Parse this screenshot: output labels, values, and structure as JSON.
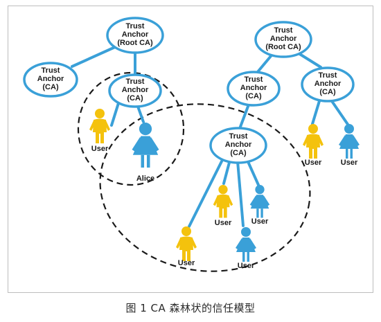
{
  "colors": {
    "node_stroke": "#3aa0d8",
    "edge": "#3aa0d8",
    "user_yellow": "#f4c20d",
    "user_blue": "#3aa0d8",
    "domain_dashes": "#1a1a1a",
    "frame_border": "#bdbdbd"
  },
  "nodes": {
    "root_ca_left": {
      "lines": [
        "Trust",
        "Anchor",
        "(Root CA)"
      ]
    },
    "ta_left": {
      "lines": [
        "Trust",
        "Anchor",
        "(CA)"
      ]
    },
    "ca_left_mid": {
      "lines": [
        "Trust",
        "Anchor",
        "(CA)"
      ]
    },
    "root_ca_right": {
      "lines": [
        "Trust",
        "Anchor",
        "(Root CA)"
      ]
    },
    "ca_right_a": {
      "lines": [
        "Trust",
        "Anchor",
        "(CA)"
      ]
    },
    "ca_right_b": {
      "lines": [
        "Trust",
        "Anchor",
        "(CA)"
      ]
    },
    "ca_center": {
      "lines": [
        "Trust",
        "Anchor",
        "(CA)"
      ]
    }
  },
  "users": {
    "user_left": {
      "label": "User",
      "color": "yellow"
    },
    "alice": {
      "label": "Alice",
      "color": "blue"
    },
    "user_r1": {
      "label": "User",
      "color": "yellow"
    },
    "user_r2": {
      "label": "User",
      "color": "blue"
    },
    "user_c1": {
      "label": "User",
      "color": "yellow"
    },
    "user_c2": {
      "label": "User",
      "color": "blue"
    },
    "user_c3": {
      "label": "User",
      "color": "yellow"
    },
    "user_c4": {
      "label": "User",
      "color": "blue"
    }
  },
  "caption": "图 1  CA 森林状的信任模型"
}
